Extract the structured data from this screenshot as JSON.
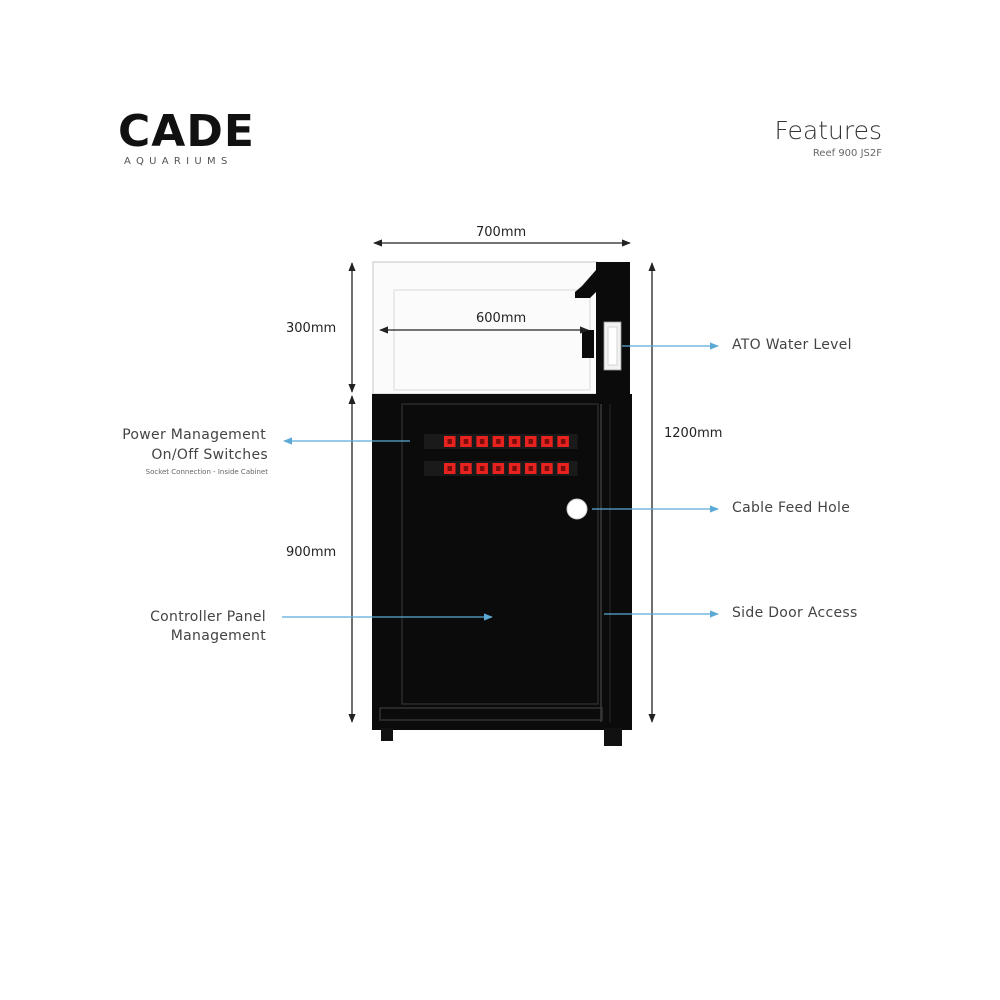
{
  "brand": {
    "logo_text": "CADE",
    "logo_subtext": "AQUARIUMS"
  },
  "header": {
    "title": "Features",
    "model": "Reef 900 JS2F"
  },
  "dimensions": {
    "width_total": "700mm",
    "width_inner": "600mm",
    "tank_height": "300mm",
    "cabinet_height": "900mm",
    "total_height": "1200mm"
  },
  "features": {
    "ato": "ATO Water Level",
    "power_line1": "Power Management",
    "power_line2": "On/Off Switches",
    "power_note": "Socket Connection - Inside Cabinet",
    "cable": "Cable Feed Hole",
    "controller_line1": "Controller Panel",
    "controller_line2": "Management",
    "side_door": "Side Door Access"
  },
  "colors": {
    "cabinet": "#0b0b0b",
    "switch": "#e8231f",
    "callout_line": "#5aa9d6",
    "dimension_line": "#222222"
  },
  "switch_rows": [
    8,
    8
  ]
}
